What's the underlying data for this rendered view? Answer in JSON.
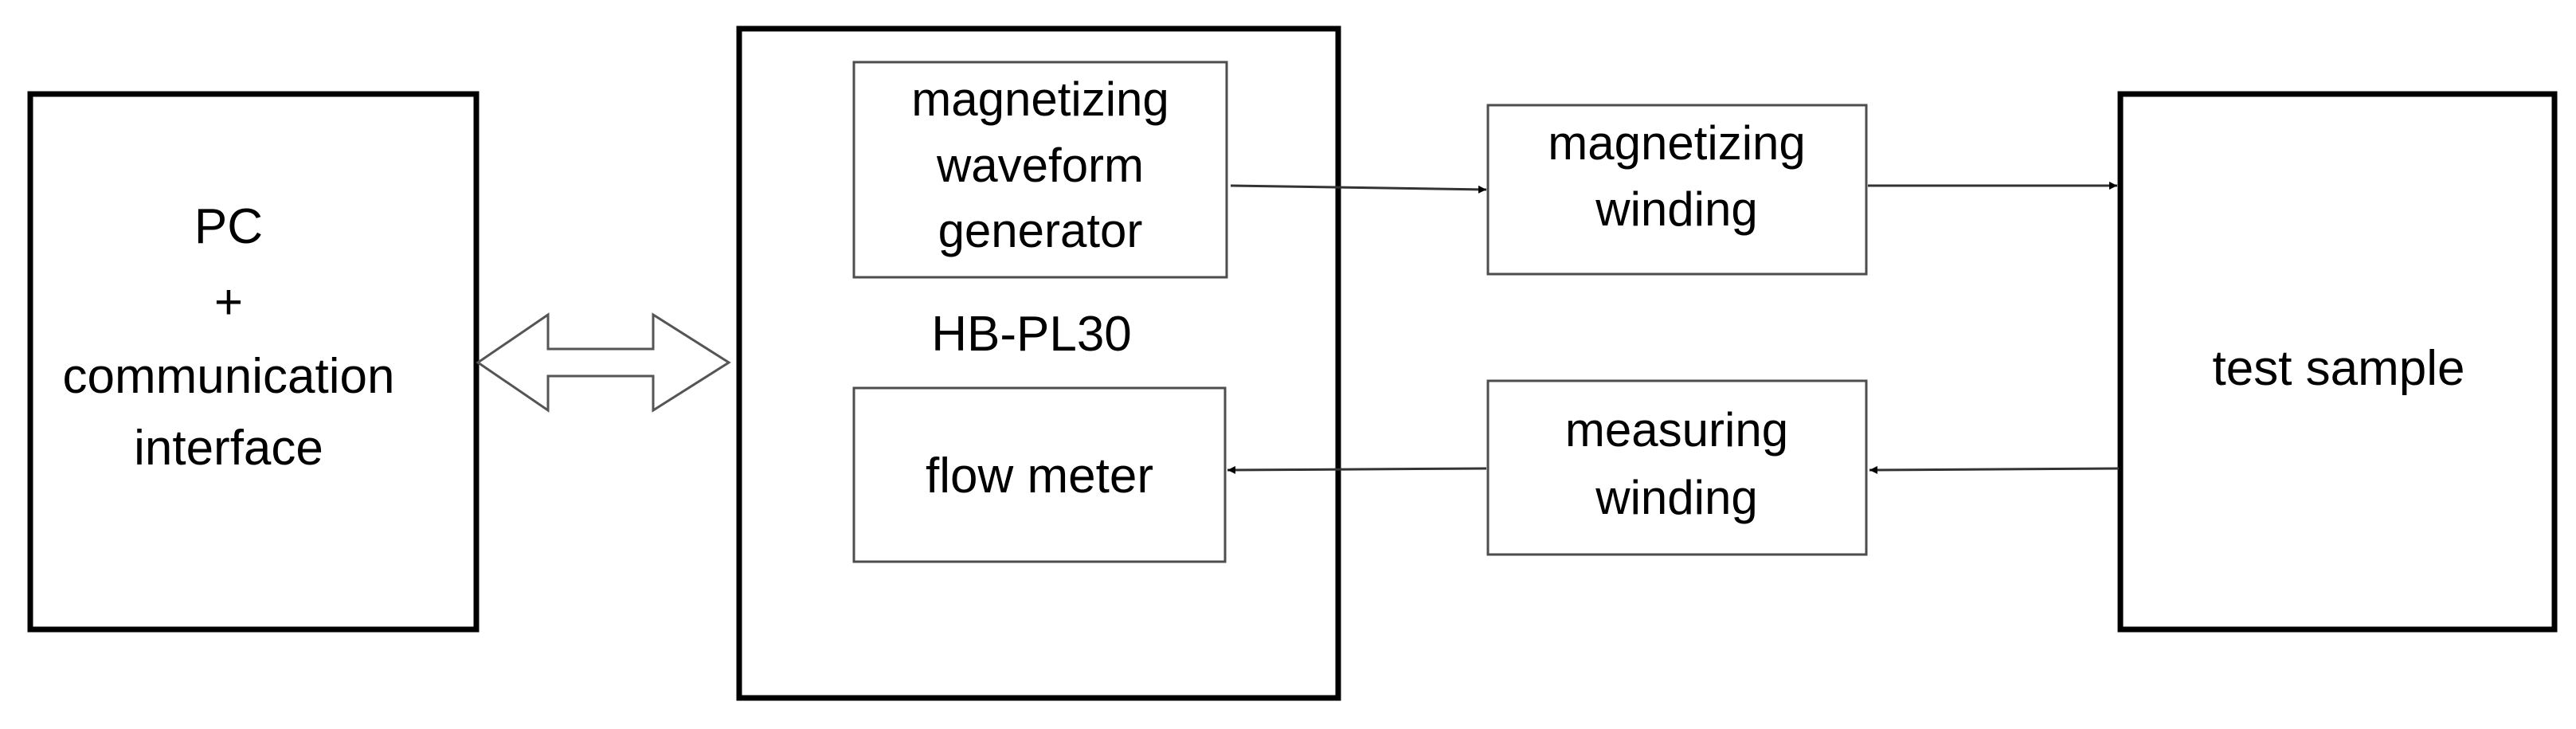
{
  "blocks": {
    "pc": {
      "lines": [
        "PC",
        "+",
        "communication",
        "interface"
      ]
    },
    "instrument": {
      "label": "HB-PL30"
    },
    "generator": {
      "lines": [
        "magnetizing",
        "waveform",
        "generator"
      ]
    },
    "flow_meter": {
      "label": "flow meter"
    },
    "magnetizing_winding": {
      "lines": [
        "magnetizing",
        "winding"
      ]
    },
    "measuring_winding": {
      "lines": [
        "measuring",
        "winding"
      ]
    },
    "test_sample": {
      "label": "test sample"
    }
  },
  "colors": {
    "line": "#000000",
    "inner_box_border": "#4d4d4d",
    "background": "#ffffff"
  }
}
